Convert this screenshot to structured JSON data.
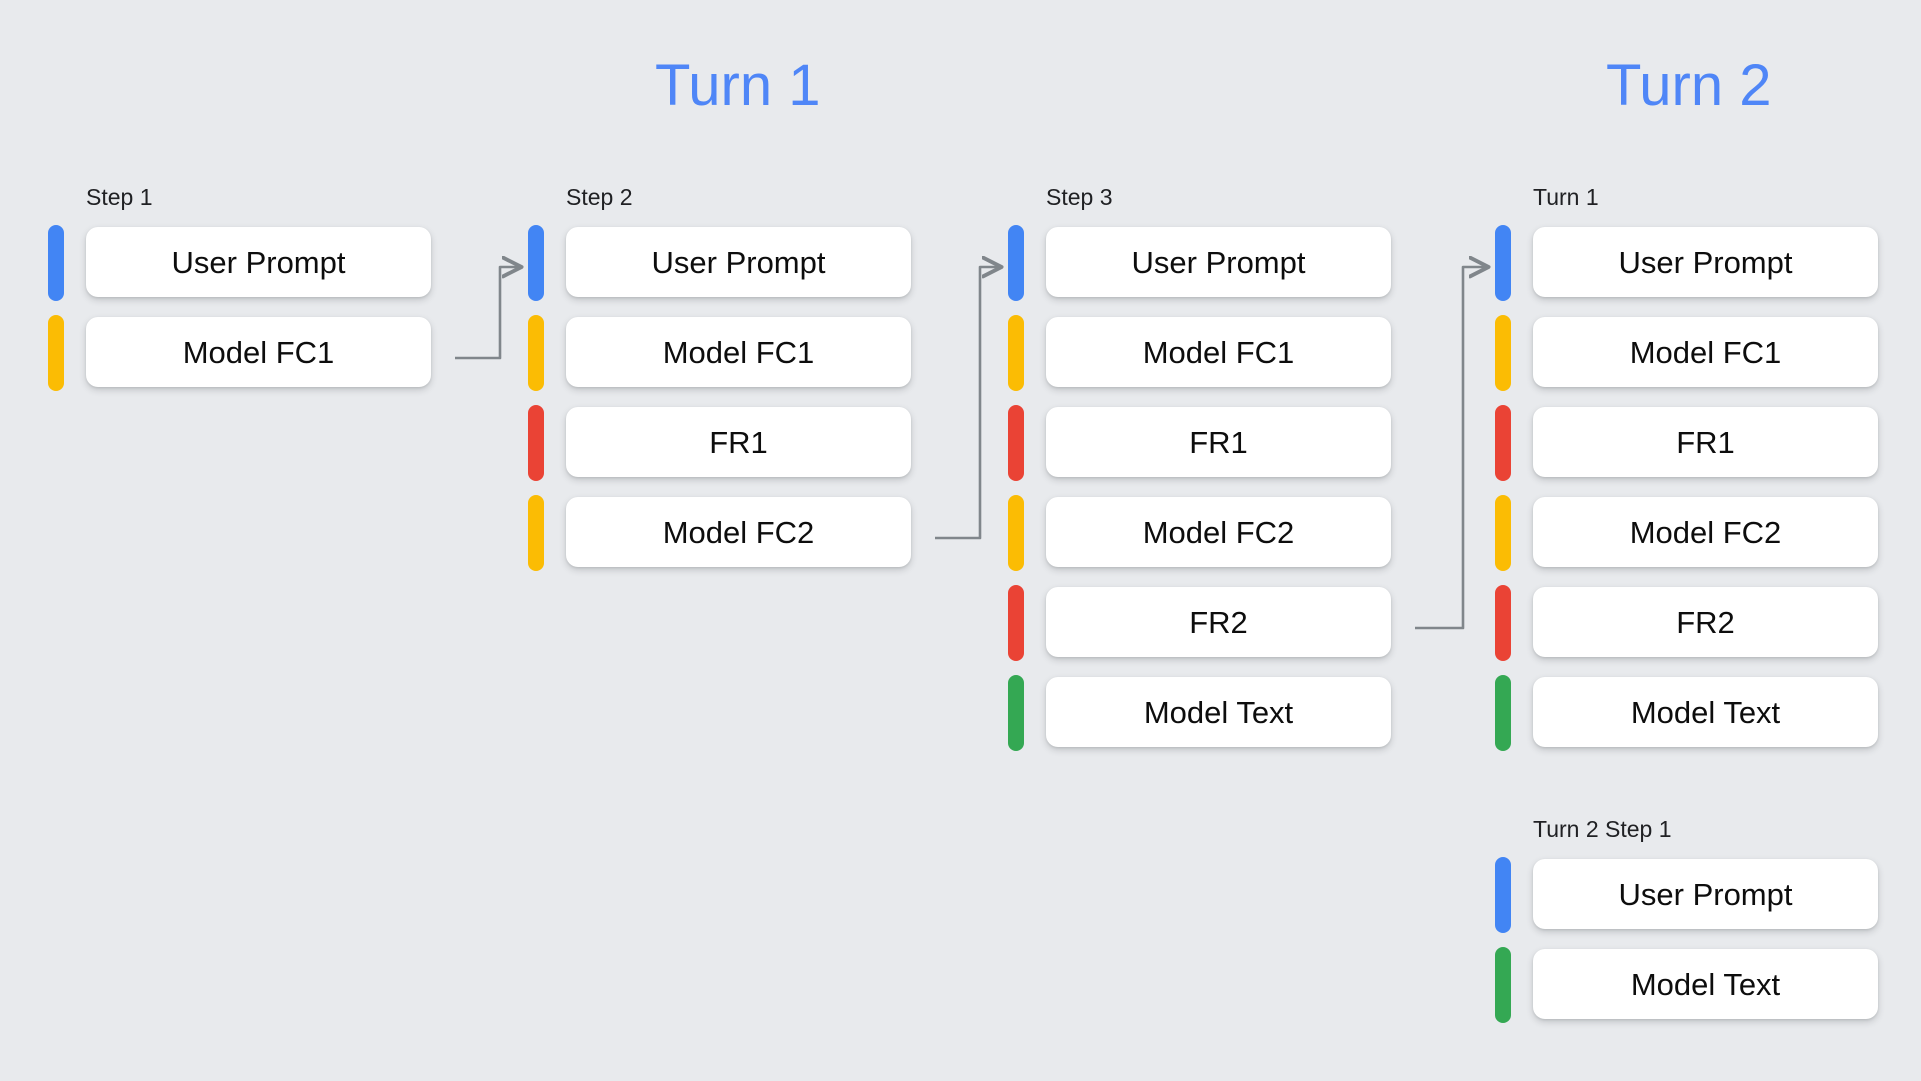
{
  "background_color": "#e8eaed",
  "palette": {
    "blue": "#4285F4",
    "yellow": "#FBBC04",
    "red": "#EA4335",
    "green": "#34A853",
    "header_blue": "#4F86F7",
    "card_white": "#FFFFFF",
    "connector_gray": "#80868B",
    "label_text": "#202124"
  },
  "turns": {
    "turn1_title": "Turn 1",
    "turn2_title": "Turn 2"
  },
  "columns": [
    {
      "id": "step-1",
      "label": "Step 1",
      "rows": [
        {
          "label": "User Prompt",
          "color": "#4285F4",
          "color_name": "blue"
        },
        {
          "label": "Model FC1",
          "color": "#FBBC04",
          "color_name": "yellow"
        }
      ]
    },
    {
      "id": "step-2",
      "label": "Step 2",
      "rows": [
        {
          "label": "User Prompt",
          "color": "#4285F4",
          "color_name": "blue"
        },
        {
          "label": "Model FC1",
          "color": "#FBBC04",
          "color_name": "yellow"
        },
        {
          "label": "FR1",
          "color": "#EA4335",
          "color_name": "red"
        },
        {
          "label": "Model FC2",
          "color": "#FBBC04",
          "color_name": "yellow"
        }
      ]
    },
    {
      "id": "step-3",
      "label": "Step 3",
      "rows": [
        {
          "label": "User Prompt",
          "color": "#4285F4",
          "color_name": "blue"
        },
        {
          "label": "Model FC1",
          "color": "#FBBC04",
          "color_name": "yellow"
        },
        {
          "label": "FR1",
          "color": "#EA4335",
          "color_name": "red"
        },
        {
          "label": "Model FC2",
          "color": "#FBBC04",
          "color_name": "yellow"
        },
        {
          "label": "FR2",
          "color": "#EA4335",
          "color_name": "red"
        },
        {
          "label": "Model Text",
          "color": "#34A853",
          "color_name": "green"
        }
      ]
    },
    {
      "id": "turn2-turn1",
      "label": "Turn 1",
      "rows": [
        {
          "label": "User Prompt",
          "color": "#4285F4",
          "color_name": "blue"
        },
        {
          "label": "Model FC1",
          "color": "#FBBC04",
          "color_name": "yellow"
        },
        {
          "label": "FR1",
          "color": "#EA4335",
          "color_name": "red"
        },
        {
          "label": "Model FC2",
          "color": "#FBBC04",
          "color_name": "yellow"
        },
        {
          "label": "FR2",
          "color": "#EA4335",
          "color_name": "red"
        },
        {
          "label": "Model Text",
          "color": "#34A853",
          "color_name": "green"
        }
      ]
    },
    {
      "id": "turn2-step-1",
      "label": "Turn 2 Step 1",
      "rows": [
        {
          "label": "User Prompt",
          "color": "#4285F4",
          "color_name": "blue"
        },
        {
          "label": "Model Text",
          "color": "#34A853",
          "color_name": "green"
        }
      ]
    }
  ],
  "connectors": [
    {
      "id": "arrow-step1-to-step2",
      "from": "step-1 Model FC1",
      "to": "step-2 User Prompt"
    },
    {
      "id": "arrow-step2-to-step3",
      "from": "step-2 Model FC2",
      "to": "step-3 User Prompt"
    },
    {
      "id": "arrow-step3-to-turn2",
      "from": "step-3 FR2",
      "to": "turn2-turn1 User Prompt"
    }
  ]
}
